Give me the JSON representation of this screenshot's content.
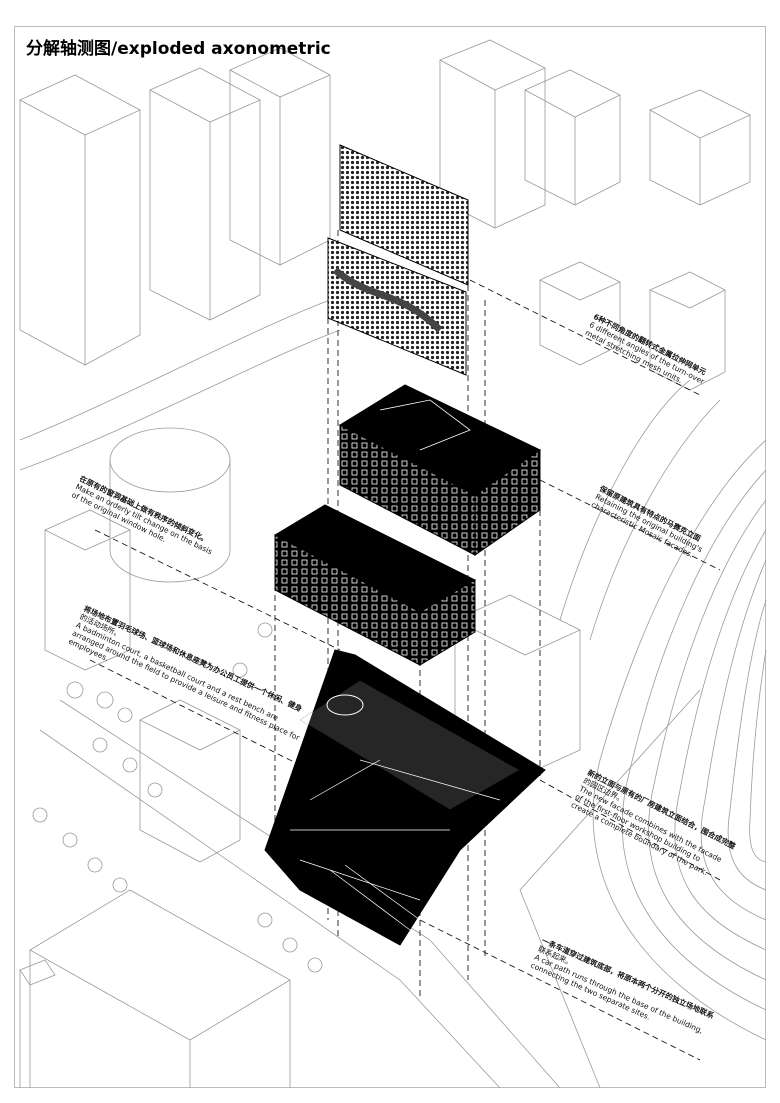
{
  "title": "分解轴测图/exploded axonometric",
  "annotations": [
    {
      "zh": "6种不同角度的翻转式金属拉伸网单元",
      "en_lines": [
        "6 different angles of the turn-over",
        "metal stretching mesh units."
      ]
    },
    {
      "zh": "在原有的窗洞基础上做有秩序的倾斜变化。",
      "en_lines": [
        "Make an orderly tilt change on the basis",
        "of the original window hole."
      ]
    },
    {
      "zh": "保留原建筑具有特点的马赛克立面",
      "en_lines": [
        "Retaining the original building's",
        "characteristic Mosaic facades."
      ]
    },
    {
      "zh": "将场地布置羽毛球场、篮球场和休息座凳为办公员工提供一个休闲、健身",
      "en_lines": [
        "的活动场所。",
        "A badminton court, a basketball court and a rest bench are",
        "arranged around the field to provide a leisure and fitness place for",
        "employees."
      ]
    },
    {
      "zh": "新的立面与原有的厂房建筑立面结合，围合成完整",
      "en_lines": [
        "的园区边界。",
        "The new facade combines with the facade",
        "of the first-floor workshop building to",
        "create a complete boundary of the park."
      ]
    },
    {
      "zh": "一条车道穿过建筑底部，将原本两个分开的独立场地联系",
      "en_lines": [
        "联系起来。",
        "A car path runs through the base of the building,",
        "connecting the two separate sites."
      ]
    }
  ],
  "colors": {
    "ink": "#000000",
    "context": "#9a9a9a",
    "paper": "#ffffff"
  }
}
